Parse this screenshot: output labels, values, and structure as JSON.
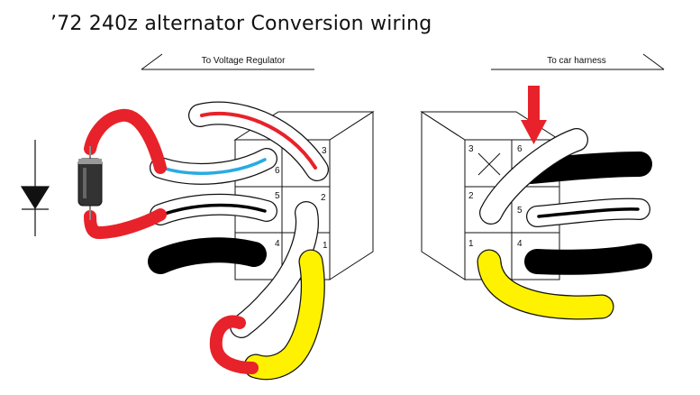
{
  "title": "’72 240z alternator Conversion wiring",
  "left_connector": {
    "header": "To Voltage Regulator",
    "pins": [
      "1",
      "2",
      "3",
      "4",
      "5",
      "6"
    ]
  },
  "right_connector": {
    "header": "To car harness",
    "pins": [
      "1",
      "2",
      "3",
      "4",
      "5",
      "6"
    ]
  },
  "colors": {
    "red": "#e8222a",
    "blue": "#29abe2",
    "black": "#000000",
    "yellow": "#fff200"
  }
}
